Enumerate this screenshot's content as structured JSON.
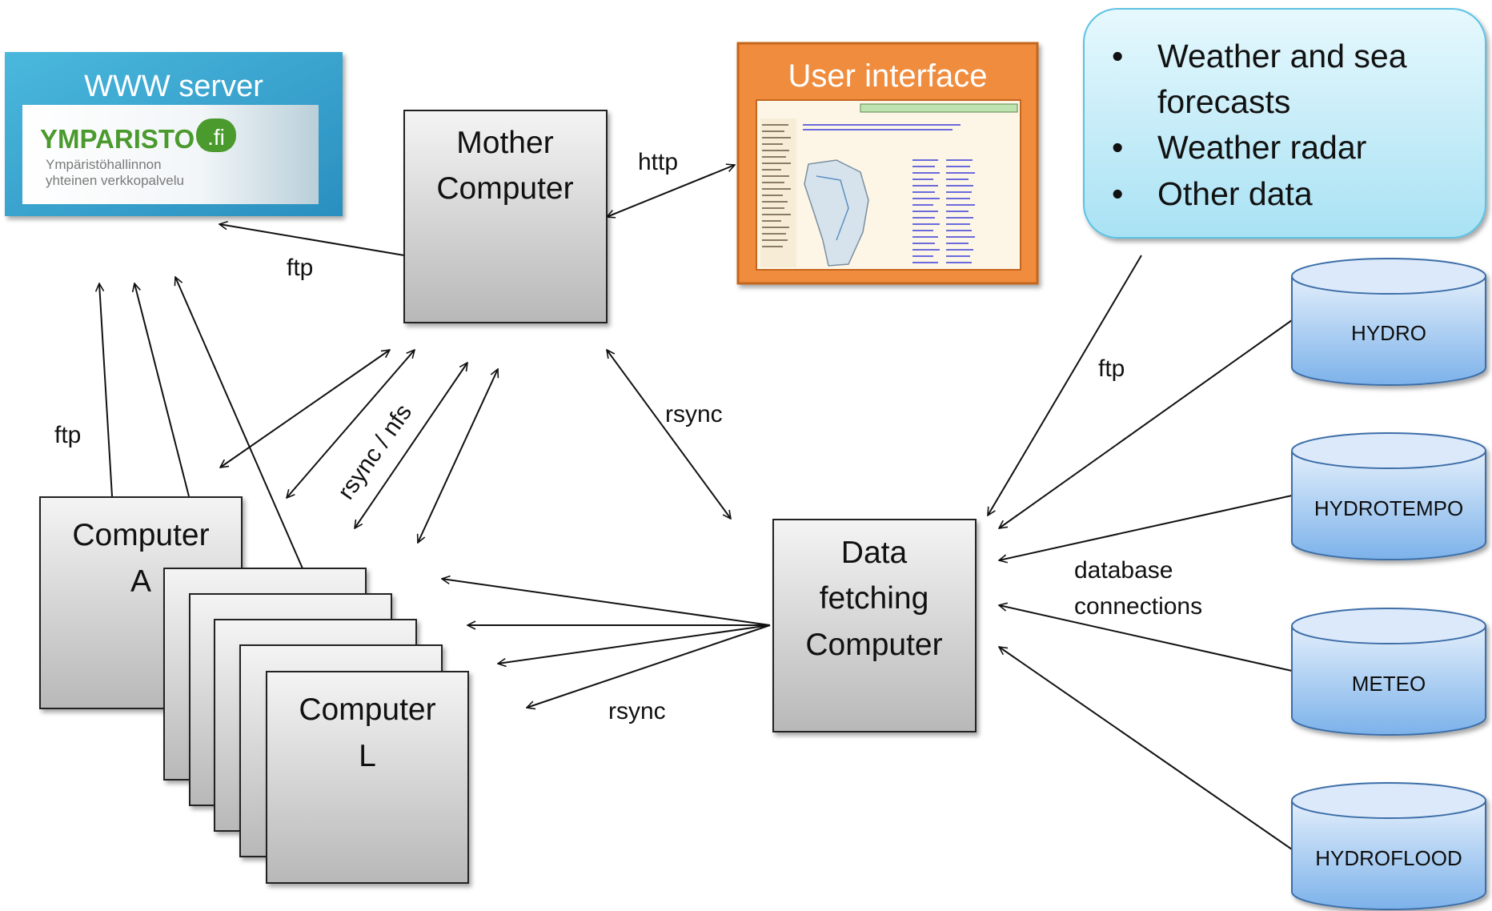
{
  "nodes": {
    "www_server": {
      "title": "WWW server",
      "logo_text": "YMPARISTO",
      "logo_suffix": ".fi",
      "logo_line1": "Ympäristöhallinnon",
      "logo_line2": "yhteinen verkkopalvelu"
    },
    "mother": {
      "line1": "Mother",
      "line2": "Computer"
    },
    "user_interface": {
      "title": "User interface"
    },
    "data_fetching": {
      "line1": "Data",
      "line2": "fetching",
      "line3": "Computer"
    },
    "computer_a": {
      "line1": "Computer",
      "line2": "A"
    },
    "computer_l": {
      "line1": "Computer",
      "line2": "L"
    }
  },
  "info_box": {
    "bullet": "•",
    "lines": [
      "Weather and sea",
      "forecasts",
      "Weather radar",
      "Other data"
    ]
  },
  "databases": [
    "HYDRO",
    "HYDROTEMPO",
    "METEO",
    "HYDROFLOOD"
  ],
  "edges": {
    "http": "http",
    "ftp_mother": "ftp",
    "ftp_left": "ftp",
    "ftp_right": "ftp",
    "rsync_nfs": "rsync / nfs",
    "rsync_mother": "rsync",
    "rsync_bottom": "rsync",
    "db_connections_1": "database",
    "db_connections_2": "connections"
  },
  "colors": {
    "box_gradient_top": "#f4f4f4",
    "box_gradient_bottom": "#b8b8b8",
    "www_frame": "#3aa6cf",
    "ui_frame": "#f08c3c",
    "info_box_fill": "#c5eef9",
    "db_top": "#cfe3f9",
    "db_bottom": "#7cb2ea",
    "logo_green": "#4b9a2e"
  }
}
